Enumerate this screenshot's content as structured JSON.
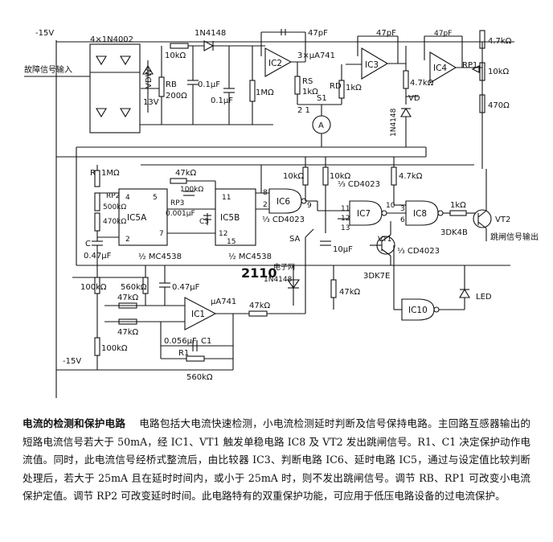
{
  "labels": {
    "minus15_top": "-15V",
    "minus15_bottom": "-15V",
    "input": "故障信号输入",
    "bridge": "4×1N4002",
    "vdw": "VDW",
    "v13": "13V",
    "rb": "RB",
    "rb_val": "200Ω",
    "r10k_top": "10kΩ",
    "d1n4148_top": "1N4148",
    "c01a": "0.1μF",
    "c01b": "0.1μF",
    "r1m": "1MΩ",
    "c47pf_1": "47pF",
    "c47pf_2": "47pF",
    "c47pf_3": "47pF",
    "ua741x3": "3×μA741",
    "ic2": "IC2",
    "ic3": "IC3",
    "ic4": "IC4",
    "rs": "RS",
    "rs_val": "1kΩ",
    "rd": "RD",
    "rd_val": "1kΩ",
    "s1": "S1",
    "s1_pins": "2  1",
    "meter": "A",
    "vd": "VD",
    "d1n4148_v": "1N4148",
    "r47k_a": "4.7kΩ",
    "r47k_b": "4.7kΩ",
    "rp1": "RP1",
    "rp1_val": "10kΩ",
    "r470": "470Ω",
    "r_1m": "R",
    "r_1m_val": "1MΩ",
    "rp2": "RP2",
    "rp2_val": "500kΩ",
    "r470k": "470kΩ",
    "c_label": "C",
    "c047": "0.47μF",
    "ic5a": "IC5A",
    "ic5b": "IC5B",
    "pin4": "4",
    "pin5": "5",
    "pin2": "2",
    "pin7": "7",
    "pin11": "11",
    "pin12": "12",
    "pin15": "15",
    "r47k_ic5": "47kΩ",
    "r100k_rp3": "100kΩ",
    "rp3": "RP3",
    "c001": "0.001μF",
    "c3": "C3",
    "mc4538_a": "½ MC4538",
    "mc4538_b": "½ MC4538",
    "ic6": "IC6",
    "ic7": "IC7",
    "ic8": "IC8",
    "ic10": "IC10",
    "ic6_pins_8": "8",
    "ic6_pins_2": "2",
    "cd4023_a": "⅓ CD4023",
    "cd4023_b": "⅓ CD4023",
    "cd4023_c": "⅓ CD4023",
    "r10k_a": "10kΩ",
    "r10k_b": "10kΩ",
    "r47k_ic8": "4.7kΩ",
    "pin9": "9",
    "pin10": "10",
    "pin13": "13",
    "pin3": "3",
    "pin6": "6",
    "pin11b": "11",
    "pin12b": "12",
    "vt1": "VT1",
    "r1k": "1kΩ",
    "vt2": "VT2",
    "dk4b": "3DK4B",
    "dk7e": "3DK7E",
    "sa": "SA",
    "c10u": "10μF",
    "d1n4148_mid": "1N4148",
    "r47k_mid": "47kΩ",
    "trip_out": "跳闸信号输出",
    "led": "LED",
    "r100k_l": "100kΩ",
    "r560k": "560kΩ",
    "c047_b": "0.47μF",
    "r47k_l1": "47kΩ",
    "r47k_l2": "47kΩ",
    "ic1": "IC1",
    "ua741_ic1": "μA741",
    "r47k_out": "47kΩ",
    "r100k_bot": "100kΩ",
    "c0056": "0.056μF",
    "c1": "C1",
    "r1": "R1",
    "r560k_b": "560kΩ",
    "watermark": "2110",
    "watermark_cn": "电子网"
  },
  "caption": {
    "title": "电流的检测和保护电路",
    "body": "电路包括大电流快速检测，小电流检测延时判断及信号保持电路。主回路互感器输出的短路电流信号若大于 50mA，经 IC1、VT1 触发单稳电路 IC8 及 VT2 发出跳闸信号。R1、C1 决定保护动作电流值。同时，此电流信号经桥式整流后，由比较器 IC3、判断电路 IC6、延时电路 IC5，通过与设定值比较判断处理后，若大于 25mA 且在延时时间内，或小于 25mA 时，则不发出跳闸信号。调节 RB、RP1 可改变小电流保护定值。调节 RP2 可改变延时时间。此电路特有的双重保护功能，可应用于低压电路设备的过电流保护。"
  }
}
